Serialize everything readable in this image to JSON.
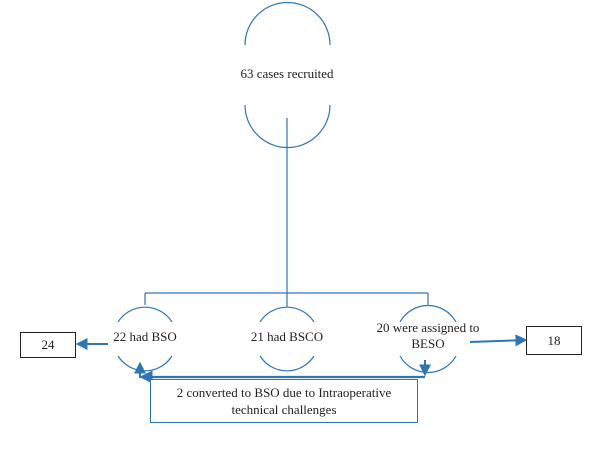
{
  "colors": {
    "outline": "#2E75B6",
    "connector": "#2E75B6",
    "text": "#222222",
    "box_border": "#222222"
  },
  "nodes": {
    "recruited": "63 cases recruited",
    "bso": "22 had BSO",
    "bsco": "21 had BSCO",
    "beso_line1": "20 were assigned to",
    "beso_line2": "BESO"
  },
  "outcome_boxes": {
    "bso_count": "24",
    "beso_count": "18"
  },
  "note": {
    "line1": "2 converted to BSO due to Intraoperative",
    "line2": "technical challenges"
  }
}
